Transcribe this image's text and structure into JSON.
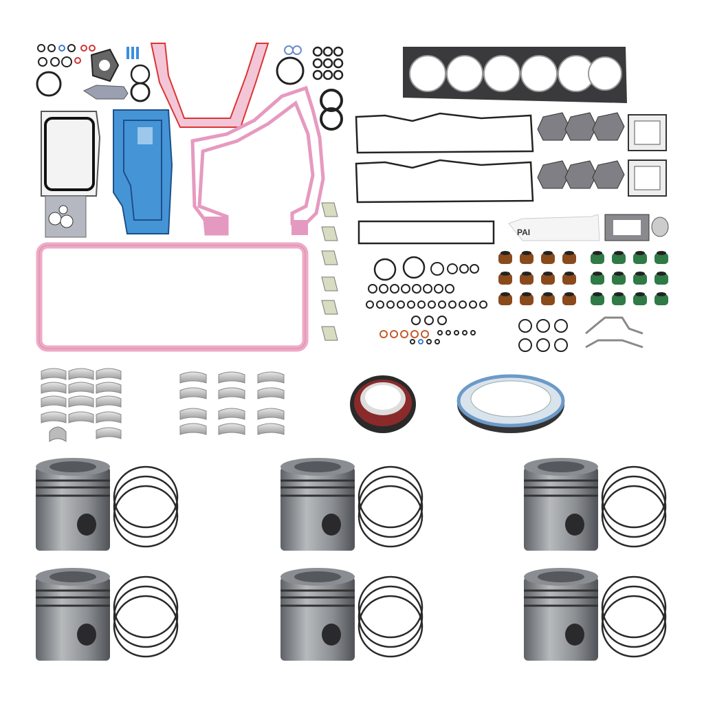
{
  "product": {
    "label_logo_text": "PAI"
  },
  "colors": {
    "background": "#ffffff",
    "gasket_pink": "#eeaac6",
    "gasket_blue": "#3e8fd0",
    "head_gasket": "#3a3a3c",
    "steel": "#8f9398",
    "valve_seal_brown": "#8a4a1c",
    "valve_seal_green": "#2f7a45",
    "seal_red": "#8a2a2a"
  },
  "counts": {
    "pistons": 6,
    "valve_seals_brown": 12,
    "valve_seals_green": 12,
    "head_gasket_bores": 6
  }
}
